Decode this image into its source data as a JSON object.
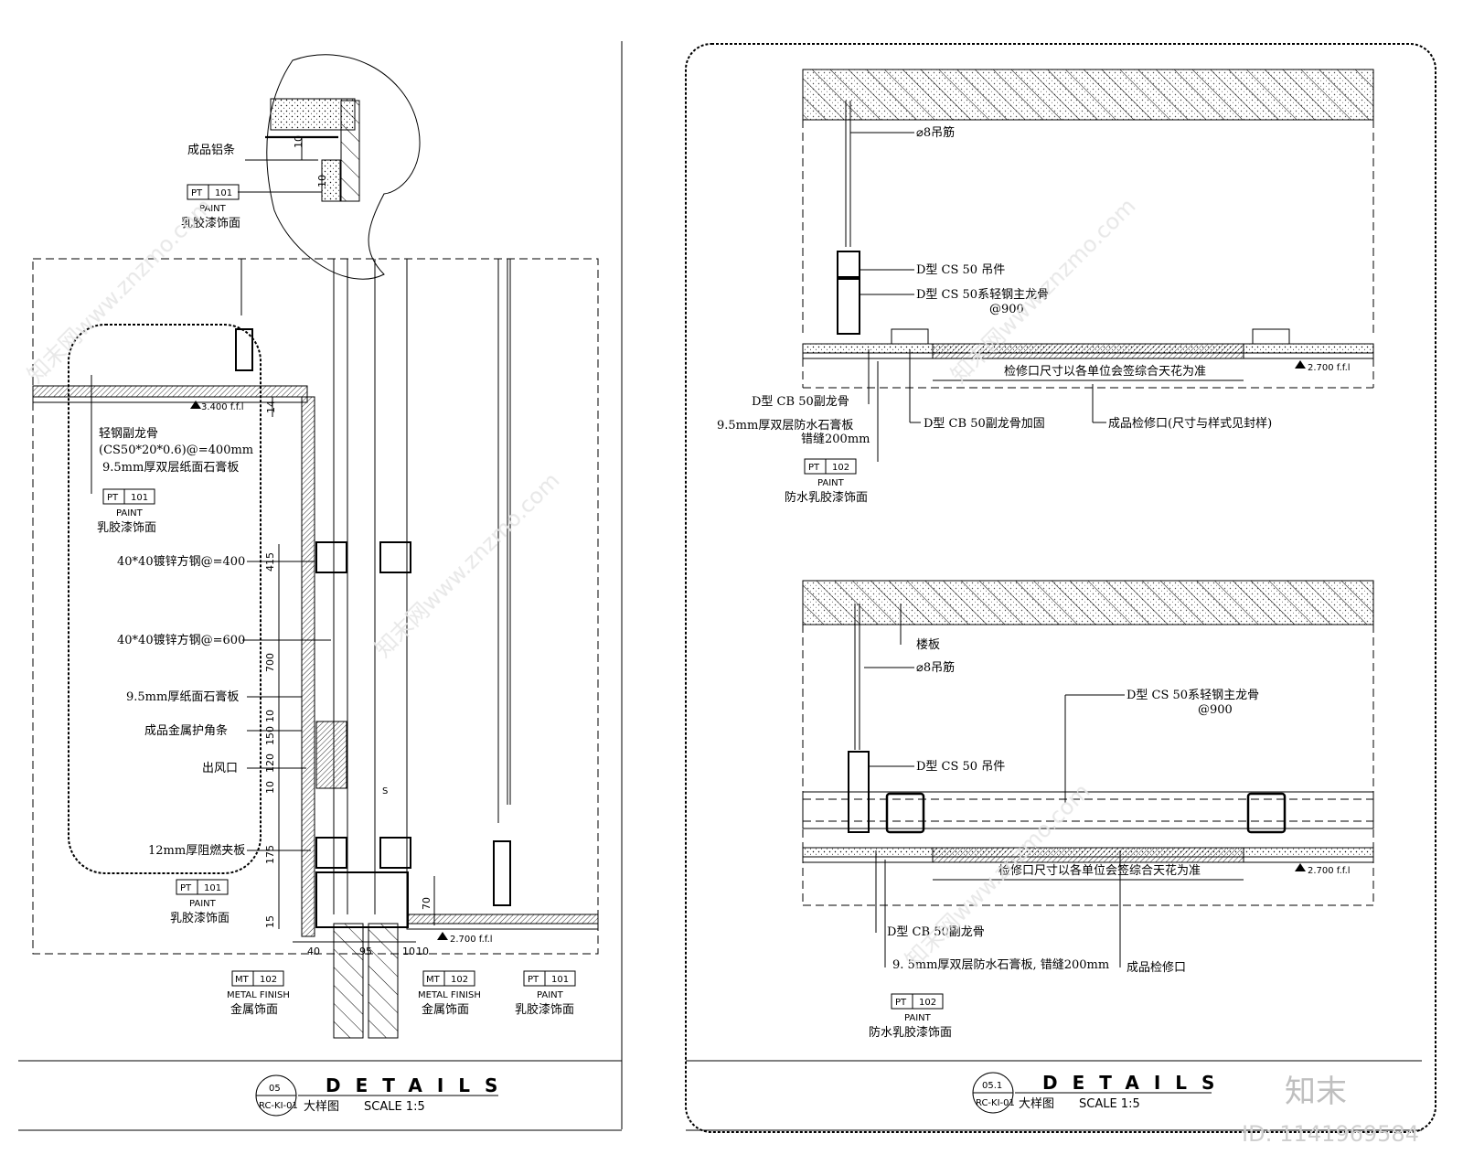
{
  "left_detail": {
    "inset_labels": [
      "成品铝条"
    ],
    "inset_tag": {
      "code": "PT",
      "num": "101",
      "sub": "PAINT",
      "desc": "乳胶漆饰面"
    },
    "inset_dims": [
      "10",
      "10"
    ],
    "level_top": "3.400 f.f.l",
    "level_bottom": "2.700 f.f.l",
    "callouts": [
      "轻钢副龙骨",
      "(CS50*20*0.6)@=400mm",
      "9.5mm厚双层纸面石膏板",
      "40*40镀锌方钢@=400",
      "40*40镀锌方钢@=600",
      "9.5mm厚纸面石膏板",
      "成品金属护角条",
      "出风口",
      "12mm厚阻燃夹板"
    ],
    "tag_a": {
      "code": "PT",
      "num": "101",
      "sub": "PAINT",
      "desc": "乳胶漆饰面"
    },
    "tag_b": {
      "code": "PT",
      "num": "101",
      "sub": "PAINT",
      "desc": "乳胶漆饰面"
    },
    "tag_c": {
      "code": "MT",
      "num": "102",
      "sub": "METAL FINISH",
      "desc": "金属饰面"
    },
    "tag_d": {
      "code": "MT",
      "num": "102",
      "sub": "METAL FINISH",
      "desc": "金属饰面"
    },
    "tag_e": {
      "code": "PT",
      "num": "101",
      "sub": "PAINT",
      "desc": "乳胶漆饰面"
    },
    "dims_vertical": [
      "415",
      "700",
      "10",
      "150",
      "120",
      "10",
      "175",
      "15",
      "70",
      "14"
    ],
    "dims_horizontal": [
      "40",
      "95",
      "10",
      "10"
    ],
    "s_mark": "S",
    "title": {
      "num": "05",
      "ref": "RC-KI-01",
      "word": "DETAILS",
      "cn": "大样图",
      "scale": "SCALE  1:5"
    }
  },
  "right_detail": {
    "upper": {
      "callouts": [
        "⌀8吊筋",
        "D型 CS 50 吊件",
        "D型 CS 50系轻钢主龙骨",
        "@900",
        "D型 CB 50副龙骨",
        "9.5mm厚双层防水石膏板",
        "错缝200mm",
        "D型 CB 50副龙骨加固",
        "成品检修口(尺寸与样式见封样)",
        "检修口尺寸以各单位会签综合天花为准"
      ],
      "level": "2.700 f.f.l",
      "tag": {
        "code": "PT",
        "num": "102",
        "sub": "PAINT",
        "desc": "防水乳胶漆饰面"
      }
    },
    "lower": {
      "callouts": [
        "楼板",
        "⌀8吊筋",
        "D型 CS 50系轻钢主龙骨",
        "@900",
        "D型 CS 50 吊件",
        "检修口尺寸以各单位会签综合天花为准",
        "D型 CB 50副龙骨",
        "9. 5mm厚双层防水石膏板, 错缝200mm",
        "成品检修口"
      ],
      "level": "2.700 f.f.l",
      "tag": {
        "code": "PT",
        "num": "102",
        "sub": "PAINT",
        "desc": "防水乳胶漆饰面"
      }
    },
    "title": {
      "num": "05.1",
      "ref": "RC-KI-01",
      "word": "DETAILS",
      "cn": "大样图",
      "scale": "SCALE  1:5"
    }
  },
  "watermark": {
    "text": "知末网www.znzmo.com",
    "brand": "知末",
    "id": "ID: 1141969584"
  }
}
